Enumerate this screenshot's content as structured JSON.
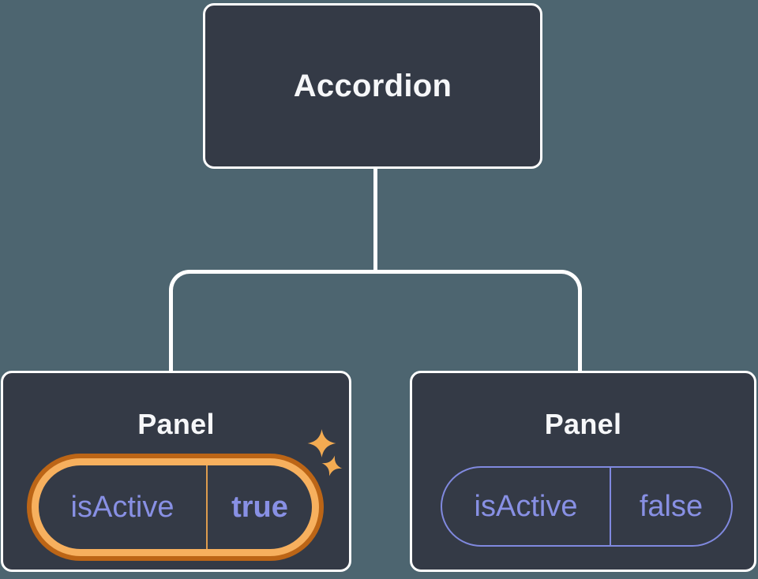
{
  "diagram": {
    "type": "component-tree",
    "root": {
      "label": "Accordion"
    },
    "panels": [
      {
        "label": "Panel",
        "prop_name": "isActive",
        "prop_value": "true",
        "highlighted": true
      },
      {
        "label": "Panel",
        "prop_name": "isActive",
        "prop_value": "false",
        "highlighted": false
      }
    ]
  },
  "icons": {
    "sparkle_large": "sparkle-icon",
    "sparkle_small": "sparkle-icon"
  },
  "colors": {
    "background": "#4d6570",
    "node_fill": "#343a46",
    "node_border": "#ffffff",
    "connector": "#ffffff",
    "title_text": "#f6f7f9",
    "prop_text": "#8890e4",
    "pill_border_purple": "#8089df",
    "highlight_ring_outer": "#bc6516",
    "highlight_ring_inner": "#f7b05e",
    "highlight_divider": "#dd9c4e",
    "sparkle": "#f3ab52"
  }
}
